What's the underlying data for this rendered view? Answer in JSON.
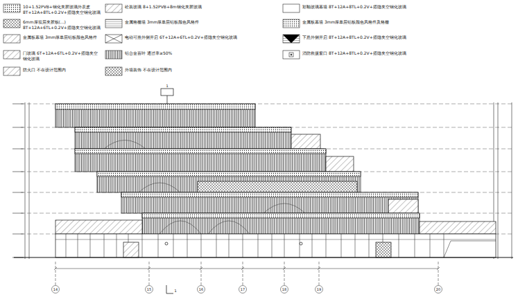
{
  "diagram": {
    "labels": [
      "14",
      "15",
      "16",
      "17",
      "18",
      "19",
      "20",
      "1",
      "1"
    ],
    "legend": [
      {
        "text": "10+1.52PVB+钢化夹胶玻璃外表皮 8T+12A+8TL+0.2V+搭隐夹空钢化玻璃"
      },
      {
        "text": "砼装玻璃 8+1.52PVB+8m钢化夹胶玻璃"
      },
      {
        "text": "彩釉玻璃幕墙 8T+12A+8TL+0.2V+搭隐夹空钢化玻璃"
      },
      {
        "text": "6mm厚双层夹胶板(...) 8T+12A+6TL+0.2V+搭隐夹空钢化玻璃"
      },
      {
        "text": "金属格栅墙 3mm厚单层铝板颜色风格件"
      },
      {
        "text": "金属板幕墙 3mm厚单层铝板颜色风格件及格栅"
      },
      {
        "text": "金属板幕墙 3mm厚单层铝板颜色风格件"
      },
      {
        "text": "电动可推外侧开启 6T+12A+6TL+0.2V+搭隐夹空钢化玻璃"
      },
      {
        "text": "下悬外侧开启 8T+12A+8TL+0.2V+搭隐夹空钢化玻璃"
      },
      {
        "text": "门玻璃 6T+12A+6TL+0.2V+搭隐夹空钢化玻璃"
      },
      {
        "text": "铝合金百叶 通过率≥50%"
      },
      {
        "text": "消防救援窗口 8T+12A+8TL+0.2V+搭隐夹空钢化玻璃"
      },
      {
        "text": "防火口 不在设计范围内"
      },
      {
        "text": "外墙装饰 不在设计范围内"
      }
    ]
  }
}
